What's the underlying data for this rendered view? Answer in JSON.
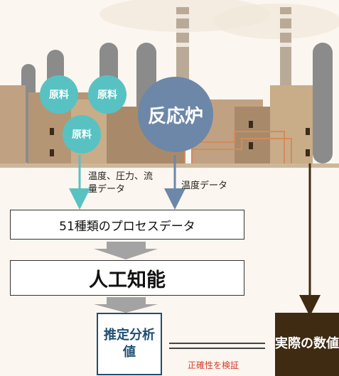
{
  "inputs": {
    "raw1": "原料",
    "raw2": "原料",
    "raw3": "原料",
    "reactor": "反応炉"
  },
  "flows": {
    "temp_pressure_flow": "温度、圧力、流量データ",
    "temp_data": "温度データ"
  },
  "process_box": "51種類のプロセスデータ",
  "ai_box": "人工知能",
  "estimate_box": "推定分析値",
  "actual_box": "実際の数値",
  "verify_label": "正確性を検証",
  "colors": {
    "teal": "#58c2c3",
    "slate_blue": "#6c87a8",
    "brown": "#3f2b12",
    "navy": "#1f4f73",
    "red": "#d63a2a"
  }
}
